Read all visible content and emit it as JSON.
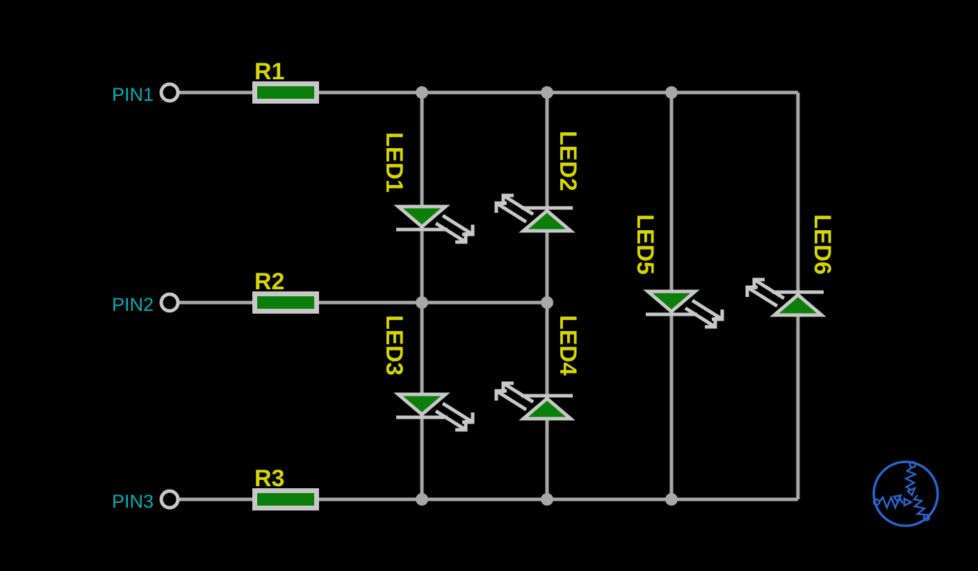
{
  "pins": [
    {
      "label": "PIN1"
    },
    {
      "label": "PIN2"
    },
    {
      "label": "PIN3"
    }
  ],
  "resistors": [
    {
      "label": "R1"
    },
    {
      "label": "R2"
    },
    {
      "label": "R3"
    }
  ],
  "leds": [
    {
      "label": "LED1",
      "orientation": "cathode-down"
    },
    {
      "label": "LED2",
      "orientation": "cathode-up"
    },
    {
      "label": "LED3",
      "orientation": "cathode-down"
    },
    {
      "label": "LED4",
      "orientation": "cathode-up"
    },
    {
      "label": "LED5",
      "orientation": "cathode-down"
    },
    {
      "label": "LED6",
      "orientation": "cathode-up"
    }
  ],
  "logo": {
    "name": "circuitlab-logo"
  },
  "colors": {
    "background": "#000000",
    "wire": "#a8a8a8",
    "comp": "#c8c8c8",
    "green": "#0b7e0b",
    "yellow": "#d6d600",
    "cyan": "#00aeb4",
    "blue": "#2a64ce"
  }
}
